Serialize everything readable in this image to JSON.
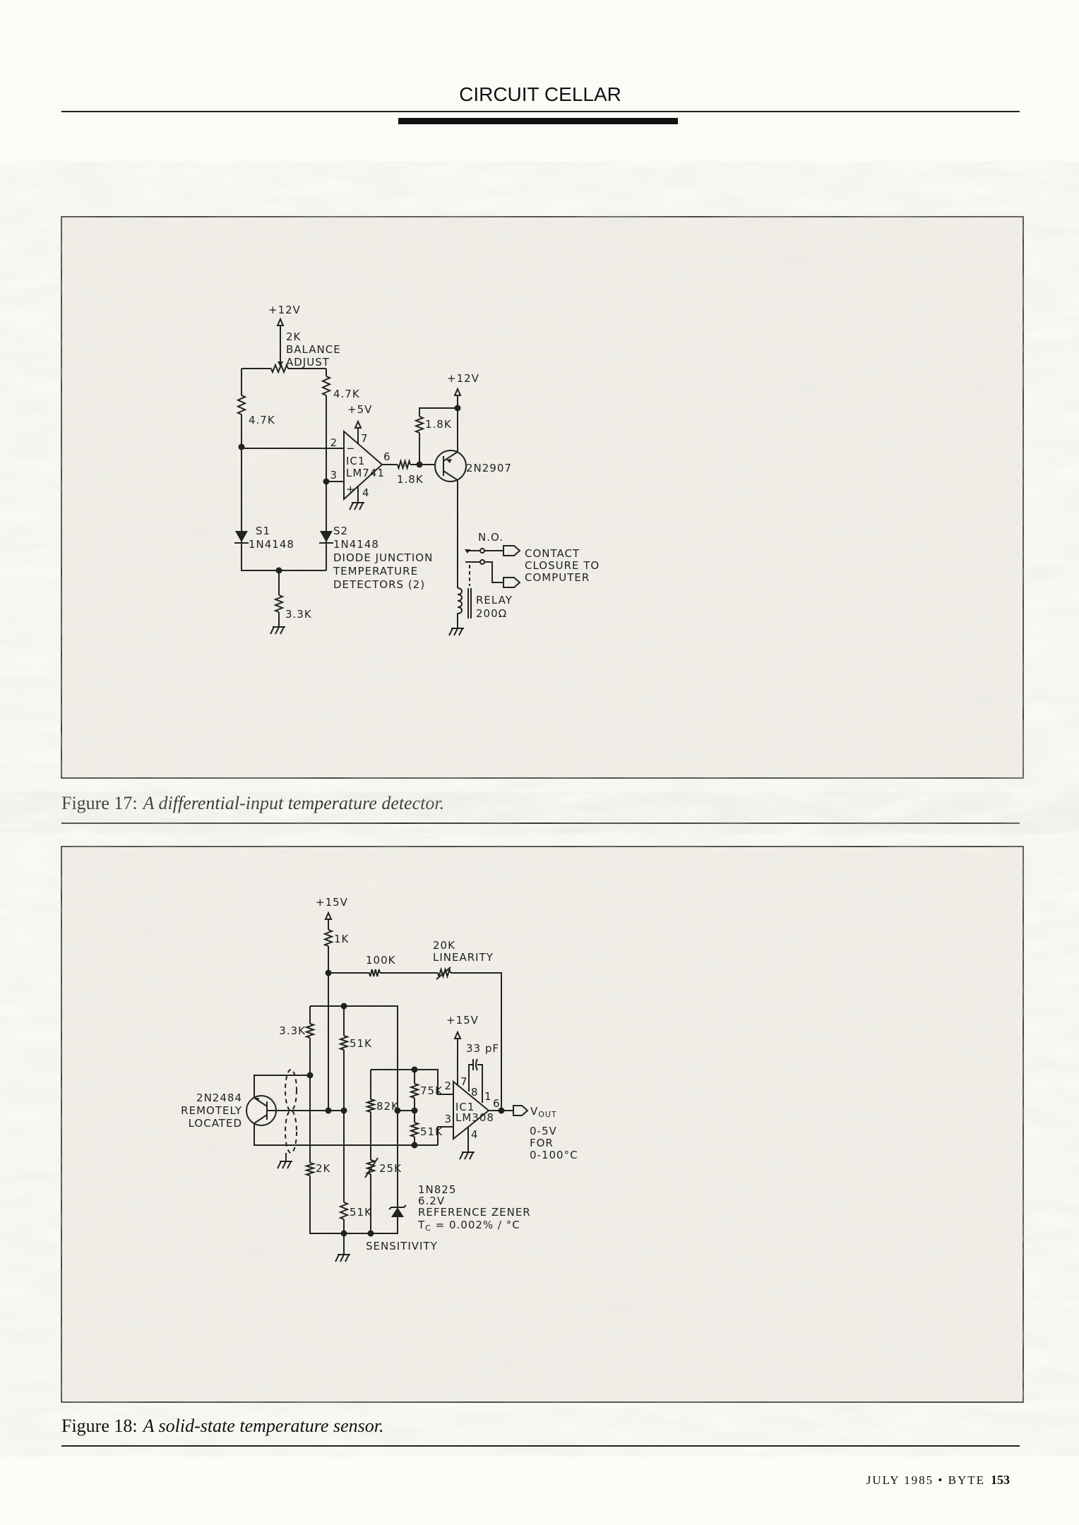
{
  "header": {
    "title": "CIRCUIT CELLAR"
  },
  "figure17": {
    "caption_label": "Figure 17:",
    "caption_text": "A differential-input temperature detector.",
    "labels": {
      "v12_top": "+12V",
      "pot": [
        "2K",
        "BALANCE",
        "ADJUST"
      ],
      "r_left": "4.7K",
      "r_right": "4.7K",
      "v5": "+5V",
      "pin2": "2",
      "pin3": "3",
      "pin7": "7",
      "pin4": "4",
      "pin6": "6",
      "ic_name": "IC1",
      "ic_part": "LM741",
      "minus": "−",
      "plus": "+",
      "r_base": "1.8K",
      "r_pullup": "1.8K",
      "v12_right": "+12V",
      "transistor": "2N2907",
      "s1": [
        "S1",
        "1N4148"
      ],
      "s2": [
        "S2",
        "1N4148",
        "DIODE JUNCTION",
        "TEMPERATURE",
        "DETECTORS (2)"
      ],
      "r_bottom": "3.3K",
      "no": "N.O.",
      "contact": [
        "CONTACT",
        "CLOSURE TO",
        "COMPUTER"
      ],
      "relay": [
        "RELAY",
        "200Ω"
      ]
    }
  },
  "figure18": {
    "caption_label": "Figure 18:",
    "caption_text": "A solid-state temperature sensor.",
    "labels": {
      "v15_top": "+15V",
      "r1k": "1K",
      "r100k": "100K",
      "pot20k": [
        "20K",
        "LINEARITY"
      ],
      "r33k": "3.3K",
      "r51k_top": "51K",
      "v15_ic": "+15V",
      "cap": "33 pF",
      "r75k": "75K",
      "r82k": "82K",
      "r51k_mid": "51K",
      "pin2": "2",
      "pin3": "3",
      "pin7": "7",
      "pin8": "8",
      "pin1": "1",
      "pin4": "4",
      "pin6": "6",
      "ic_name": "IC1",
      "ic_part": "LM308",
      "vout": "V",
      "vout_sub": "OUT",
      "range": [
        "0-5V",
        "FOR",
        "0-100°C"
      ],
      "transistor": [
        "2N2484",
        "REMOTELY",
        "LOCATED"
      ],
      "r2k": "2K",
      "pot25k": "25K",
      "r51k_bot": "51K",
      "zener": [
        "1N825",
        "6.2V",
        "REFERENCE ZENER"
      ],
      "tc": "T",
      "tc_sub": "C",
      "tc_val": " = 0.002% / °C",
      "sensitivity": "SENSITIVITY"
    }
  },
  "footer": {
    "issue": "JULY 1985 • BYTE",
    "page": "153"
  }
}
